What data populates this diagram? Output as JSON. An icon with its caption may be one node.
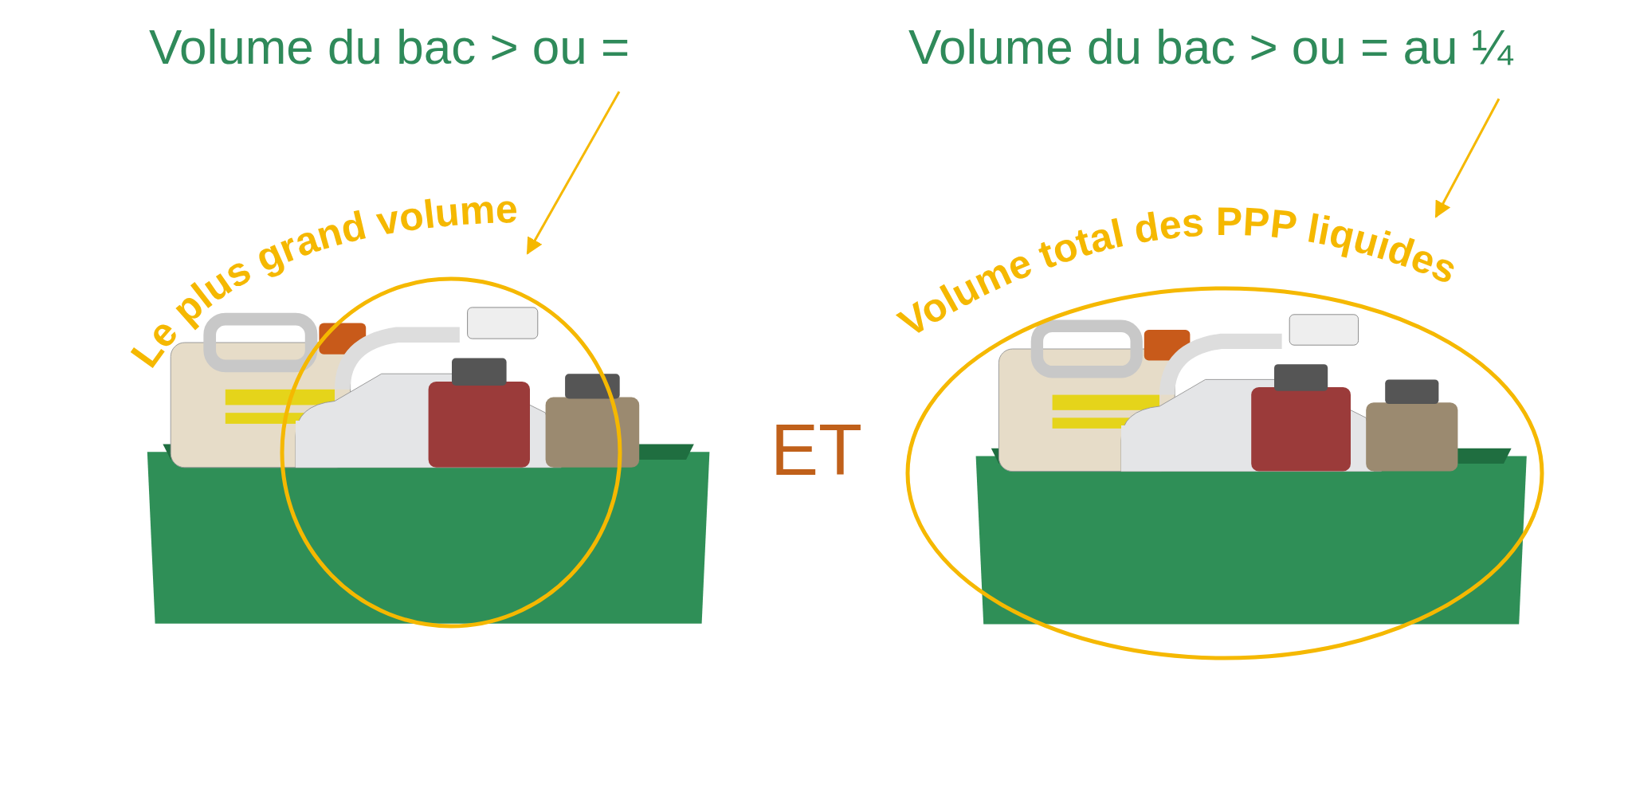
{
  "diagram": {
    "nodes": [
      {
        "text": [
          "Volume du bac > ou ="
        ]
      },
      {
        "text": [
          "Le plus grand volume"
        ]
      },
      {
        "text": [
          "Volume du bac > ou = au ¼"
        ]
      },
      {
        "text": [
          "Volume total des PPP liquides"
        ]
      }
    ],
    "edges": [
      {
        "from": 0,
        "to": 1,
        "arrow": "to"
      },
      {
        "from": 2,
        "to": 3,
        "arrow": "to"
      }
    ],
    "labels": [
      "ET"
    ]
  }
}
